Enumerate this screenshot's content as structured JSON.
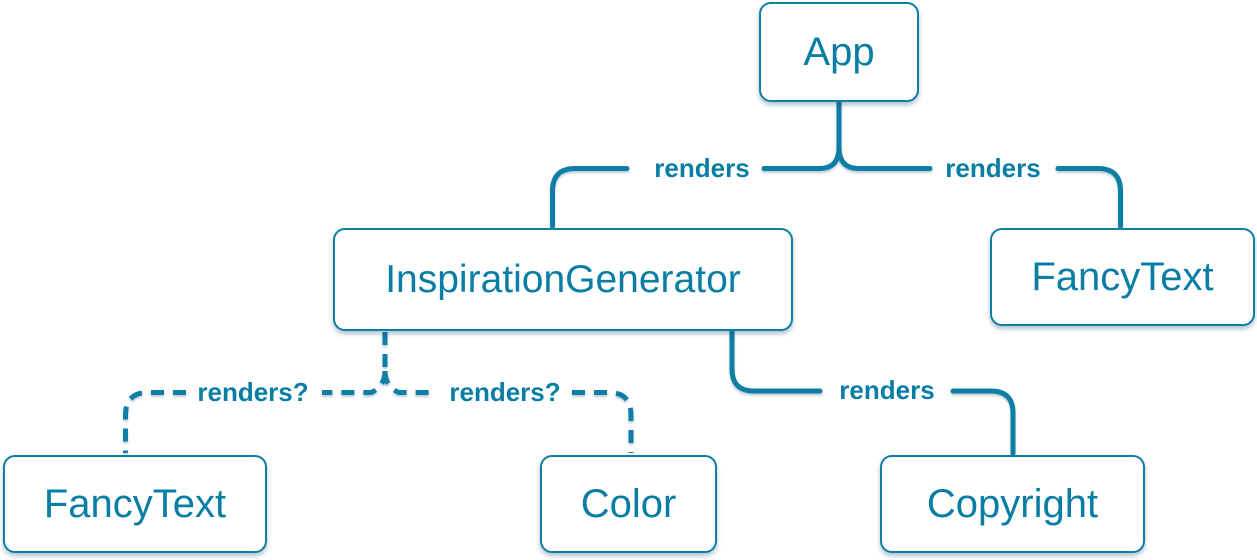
{
  "diagram": {
    "description": "React component render tree",
    "colors": {
      "accent_text": "#087ea4",
      "line": "#0e7ea5",
      "node_fill": "#ffffff",
      "background": "#ffffff"
    },
    "nodes": [
      {
        "id": "app",
        "label": "App"
      },
      {
        "id": "inspiration-generator",
        "label": "InspirationGenerator"
      },
      {
        "id": "fancy-text-top",
        "label": "FancyText"
      },
      {
        "id": "fancy-text-bottom",
        "label": "FancyText"
      },
      {
        "id": "color",
        "label": "Color"
      },
      {
        "id": "copyright",
        "label": "Copyright"
      }
    ],
    "edges": [
      {
        "from": "App",
        "to": "InspirationGenerator",
        "label": "renders",
        "style": "solid"
      },
      {
        "from": "App",
        "to": "FancyText",
        "label": "renders",
        "style": "solid"
      },
      {
        "from": "InspirationGenerator",
        "to": "FancyText",
        "label": "renders?",
        "style": "dashed"
      },
      {
        "from": "InspirationGenerator",
        "to": "Color",
        "label": "renders?",
        "style": "dashed"
      },
      {
        "from": "InspirationGenerator",
        "to": "Copyright",
        "label": "renders",
        "style": "solid"
      }
    ]
  }
}
